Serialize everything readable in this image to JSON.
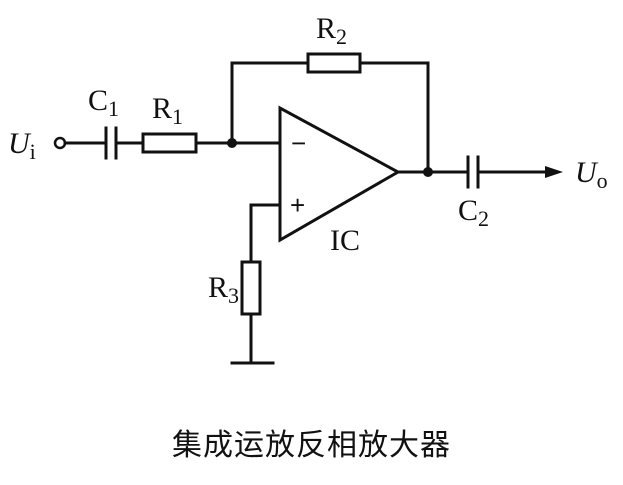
{
  "labels": {
    "input": {
      "main": "U",
      "sub": "i"
    },
    "output": {
      "main": "U",
      "sub": "o"
    },
    "c1": {
      "main": "C",
      "sub": "1"
    },
    "c2": {
      "main": "C",
      "sub": "2"
    },
    "r1": {
      "main": "R",
      "sub": "1"
    },
    "r2": {
      "main": "R",
      "sub": "2"
    },
    "r3": {
      "main": "R",
      "sub": "3"
    },
    "opamp": "IC",
    "minus": "−",
    "plus": "+"
  },
  "caption": "集成运放反相放大器"
}
